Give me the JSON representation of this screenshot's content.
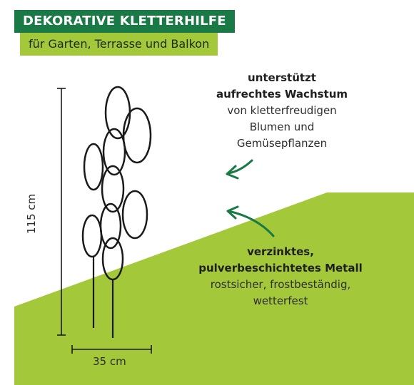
{
  "header": {
    "title": "DEKORATIVE KLETTERHILFE",
    "subtitle": "für Garten, Terrasse und Balkon"
  },
  "feature_1": {
    "line1": "unterstützt",
    "line2": "aufrechtes Wachstum",
    "line3": "von kletterfreudigen",
    "line4": "Blumen und",
    "line5": "Gemüsepflanzen"
  },
  "feature_2": {
    "line1": "verzinktes,",
    "line2": "pulverbeschichtetes Metall",
    "line3": "rostsicher, frostbeständig,",
    "line4": "wetterfest"
  },
  "dimensions": {
    "height": "115 cm",
    "width": "35 cm"
  },
  "colors": {
    "title_bg": "#1a7a45",
    "subtitle_bg": "#a3c83a",
    "ground": "#a3c83a",
    "arrow": "#1a7a45"
  },
  "icons": {
    "arrow_1": "curved-arrow-left",
    "arrow_2": "curved-arrow-left-up",
    "product": "ring-trellis"
  }
}
